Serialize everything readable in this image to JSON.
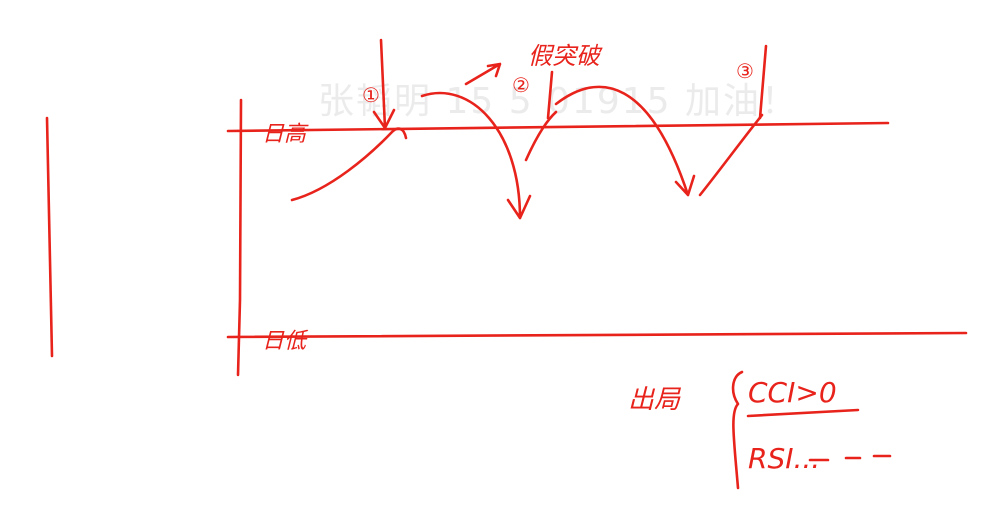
{
  "watermark_text": "张韬明 15 5 01915 加油！",
  "labels": {
    "high_line": "日高",
    "low_line": "日低",
    "marker_1": "①",
    "marker_2": "②",
    "marker_3": "③",
    "false_breakout": "假突破",
    "exit": "出局",
    "cond_cci": "CCI>0",
    "cond_rsi": "RSI..."
  },
  "ink_color": "#e8231c"
}
